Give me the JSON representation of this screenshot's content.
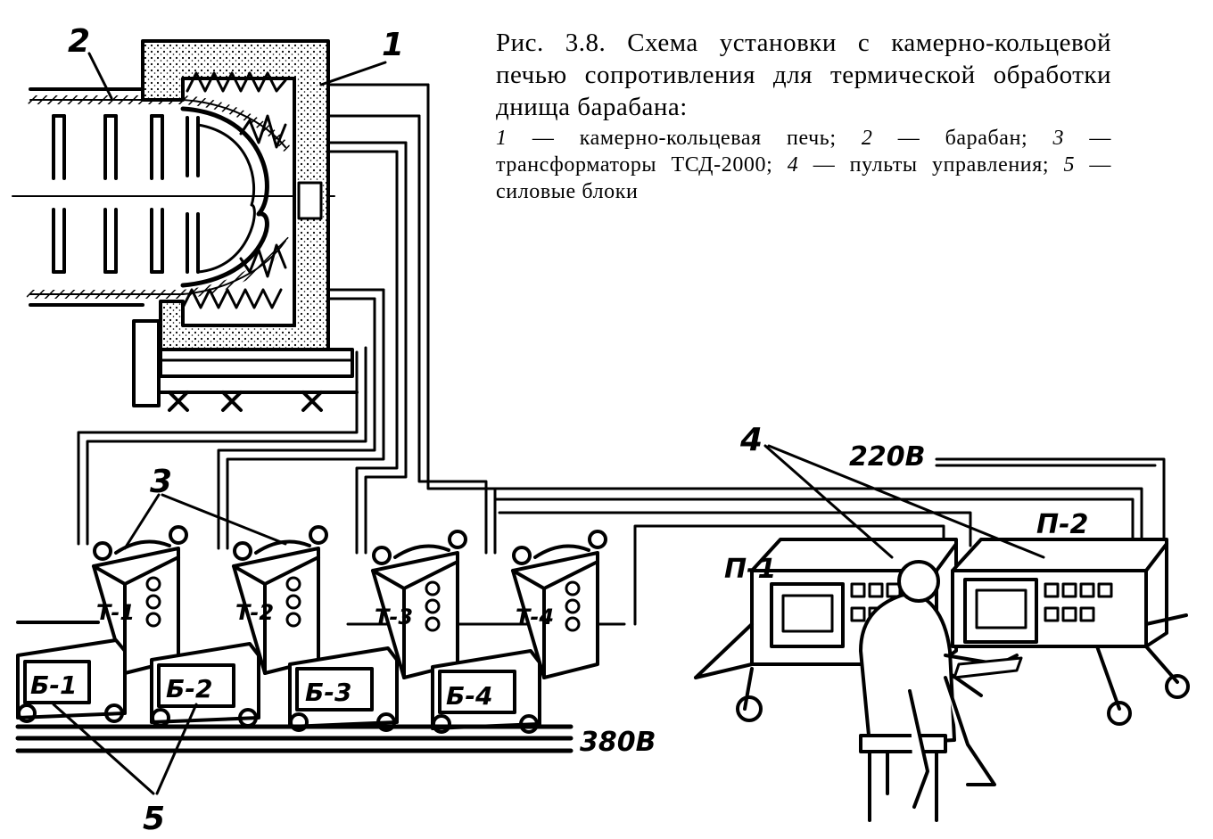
{
  "caption": {
    "title": "Рис. 3.8. Схема установки с камерно-кольцевой печью сопротивления для термической обработки днища барабана:",
    "legend": [
      {
        "num": "1",
        "text": " — камерно-кольцевая печь; "
      },
      {
        "num": "2",
        "text": " — барабан; "
      },
      {
        "num": "3",
        "text": " — трансформаторы ТСД-2000; "
      },
      {
        "num": "4",
        "text": " — пульты управления; "
      },
      {
        "num": "5",
        "text": " — силовые блоки"
      }
    ]
  },
  "callouts": {
    "furnace": "1",
    "drum": "2",
    "transformers": "3",
    "consoles": "4",
    "power_blocks": "5"
  },
  "transformers": [
    "Т-1",
    "Т-2",
    "Т-3",
    "Т-4"
  ],
  "power_blocks": [
    "Б-1",
    "Б-2",
    "Б-3",
    "Б-4"
  ],
  "consoles": [
    "П-1",
    "П-2"
  ],
  "voltages": {
    "control": "220В",
    "mains": "380В"
  },
  "colors": {
    "ink": "#000000",
    "paper": "#ffffff",
    "insulation": "#e6e6e6"
  }
}
